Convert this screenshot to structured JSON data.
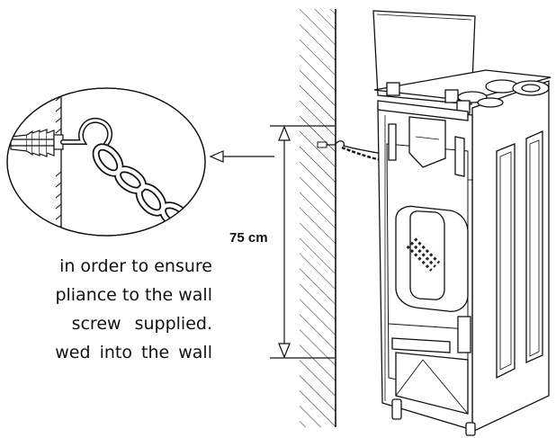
{
  "dimension": {
    "label": "75 cm"
  },
  "caption": {
    "lines": [
      "in order to ensure",
      "pliance to the wall",
      "screw supplied.",
      "wed into the wall"
    ]
  }
}
